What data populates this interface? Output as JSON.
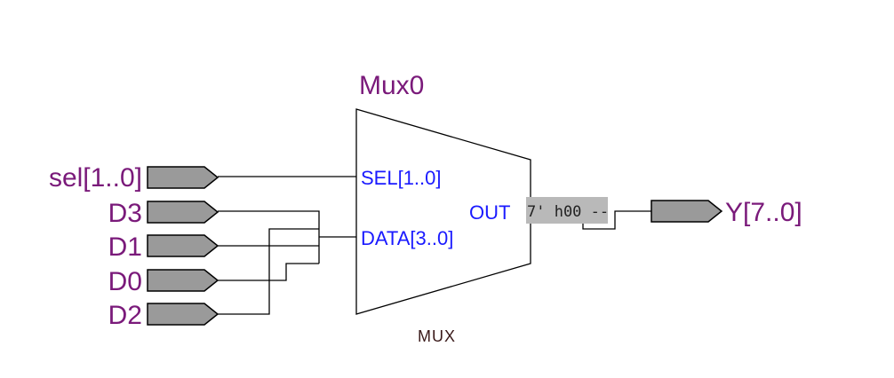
{
  "diagram": {
    "instance_name": "Mux0",
    "instance_type": "MUX",
    "pins": {
      "sel": "SEL[1..0]",
      "data": "DATA[3..0]",
      "out": "OUT"
    },
    "constant_label": "7' h00 --",
    "input_ports": [
      {
        "id": "sel",
        "label": "sel[1..0]"
      },
      {
        "id": "d3",
        "label": "D3"
      },
      {
        "id": "d1",
        "label": "D1"
      },
      {
        "id": "d0",
        "label": "D0"
      },
      {
        "id": "d2",
        "label": "D2"
      }
    ],
    "output_port": {
      "id": "y",
      "label": "Y[7..0]"
    },
    "colors": {
      "port_label": "#7a1a7a",
      "pin_label": "#1a1aff",
      "port_fill": "#9a9a9a",
      "constant_box": "#b9b9b9"
    }
  }
}
